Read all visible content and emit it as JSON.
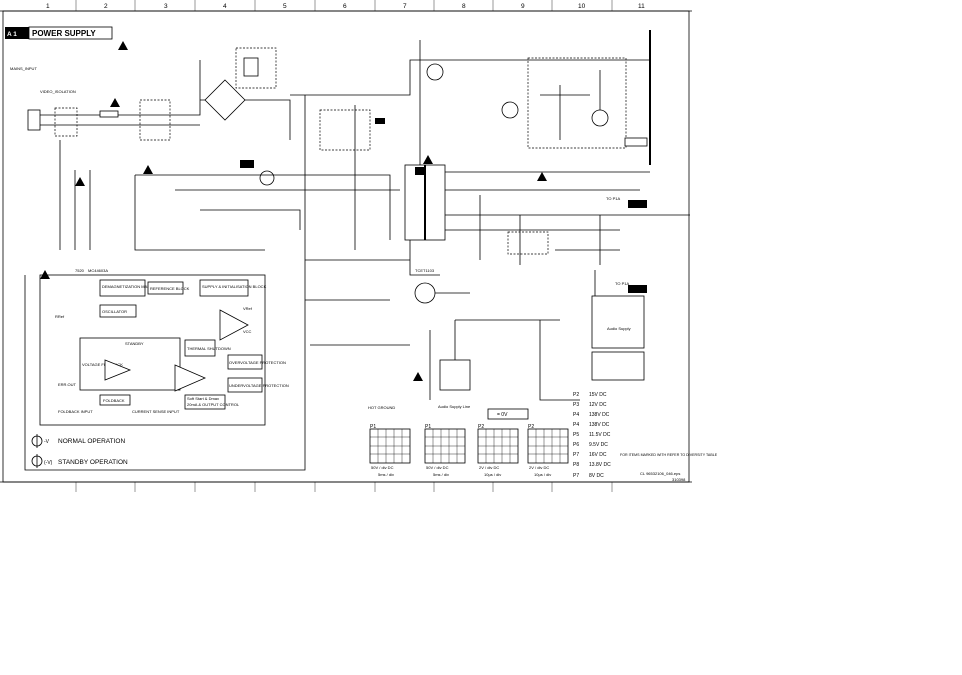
{
  "grid_columns": [
    "1",
    "2",
    "3",
    "4",
    "5",
    "6",
    "7",
    "8",
    "9",
    "10",
    "11"
  ],
  "title": {
    "code": "A 1",
    "text": "POWER SUPPLY"
  },
  "ic_name": {
    "ref": "7520",
    "part": "MC44603A"
  },
  "ic_blocks": [
    "OSCILLATOR",
    "REFERENCE BLOCK",
    "SUPPLY & INITIALISATION BLOCK",
    "DEMAGNETIZATION MANAGEMENT",
    "THERMAL SHUTDOWN",
    "STANDBY",
    "OVERVOLTAGE PROTECTION",
    "UNDERVOLTAGE PROTECTION",
    "FOLDBACK",
    "CURRENT SENSE INPUT",
    "FOLDBACK INPUT",
    "ERR.OUT",
    "VOLTAGE FEEDBACK",
    "Soft Start & Dmax",
    "20mA & OUTPUT CONTROL"
  ],
  "ic_outputs": [
    "VCC",
    "VRef",
    "RRef"
  ],
  "secondary_labels": [
    "TCET1103",
    "HOT GROUND",
    "Audio Supply Line",
    "= 0V",
    "Audio Supply"
  ],
  "scope_panels": [
    {
      "id": "P1",
      "amp": "50V / div DC",
      "time": "5ms / div"
    },
    {
      "id": "P1",
      "amp": "50V / div DC",
      "time": "5ms / div"
    },
    {
      "id": "P2",
      "amp": "2V / div DC",
      "time": "10µs / div"
    },
    {
      "id": "P2",
      "amp": "2V / div DC",
      "time": "10µs / div"
    }
  ],
  "legend": [
    {
      "symbol": "-V",
      "text": "NORMAL OPERATION"
    },
    {
      "symbol": "(-V)",
      "text": "STANDBY OPERATION"
    }
  ],
  "dc_values": [
    {
      "p": "P2",
      "v": "15V DC"
    },
    {
      "p": "P3",
      "v": "12V DC"
    },
    {
      "p": "P4",
      "v": "138V DC"
    },
    {
      "p": "P4",
      "v": "138V DC"
    },
    {
      "p": "P5",
      "v": "11.5V DC"
    },
    {
      "p": "P6",
      "v": "9.5V DC"
    },
    {
      "p": "P7",
      "v": "16V DC"
    },
    {
      "p": "P8",
      "v": "13.8V DC"
    },
    {
      "p": "P7",
      "v": "8V DC"
    }
  ],
  "notes": {
    "reference": "FOR ITEMS MARKED WITH REFER TO DIVERSITY TABLE",
    "drawing": "CL 96532106_046.eps",
    "date": "310398"
  },
  "connectors": [
    "TO P1A",
    "TO P1A"
  ],
  "mains_labels": [
    "MAINS_INPUT",
    "VIDEO_ISOLATION"
  ]
}
